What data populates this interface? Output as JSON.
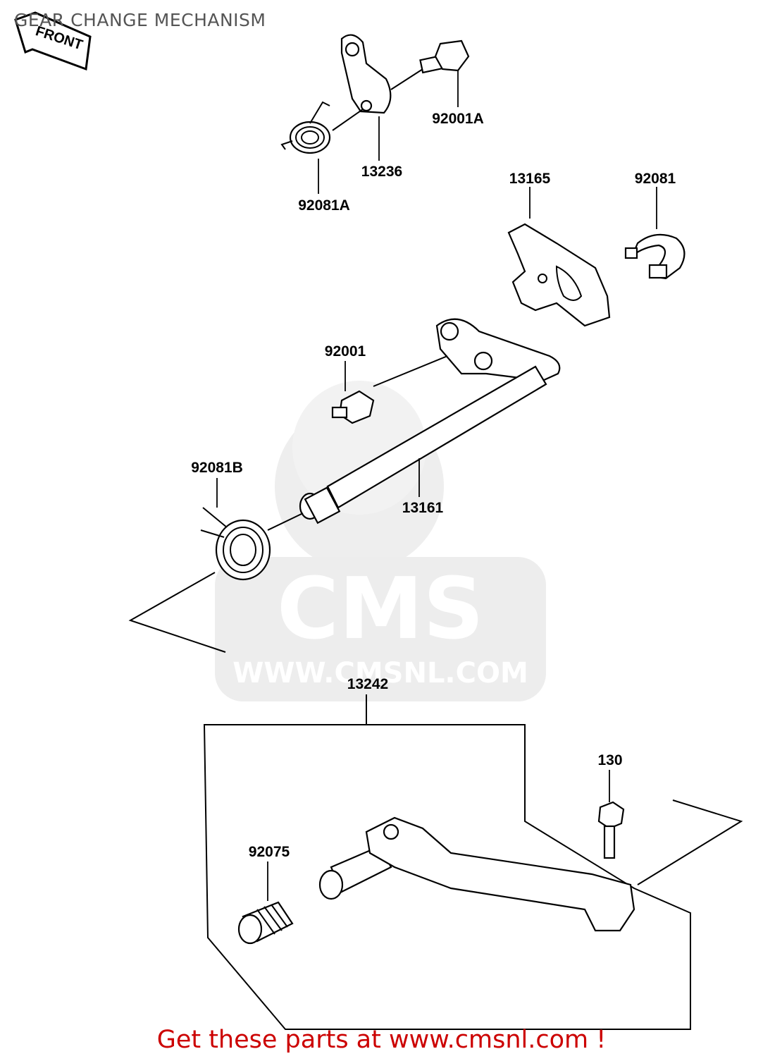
{
  "title": "GEAR CHANGE MECHANISM",
  "front_tag": "FRONT",
  "watermark": {
    "logo_text": "CMS",
    "url_text": "WWW.CMSNL.COM"
  },
  "parts": {
    "p92001A": "92001A",
    "p13236": "13236",
    "p92081A": "92081A",
    "p13165": "13165",
    "p92081": "92081",
    "p92001": "92001",
    "p92081B": "92081B",
    "p13161": "13161",
    "p13242": "13242",
    "p130": "130",
    "p92075": "92075"
  },
  "footer": "Get these parts at www.cmsnl.com !"
}
